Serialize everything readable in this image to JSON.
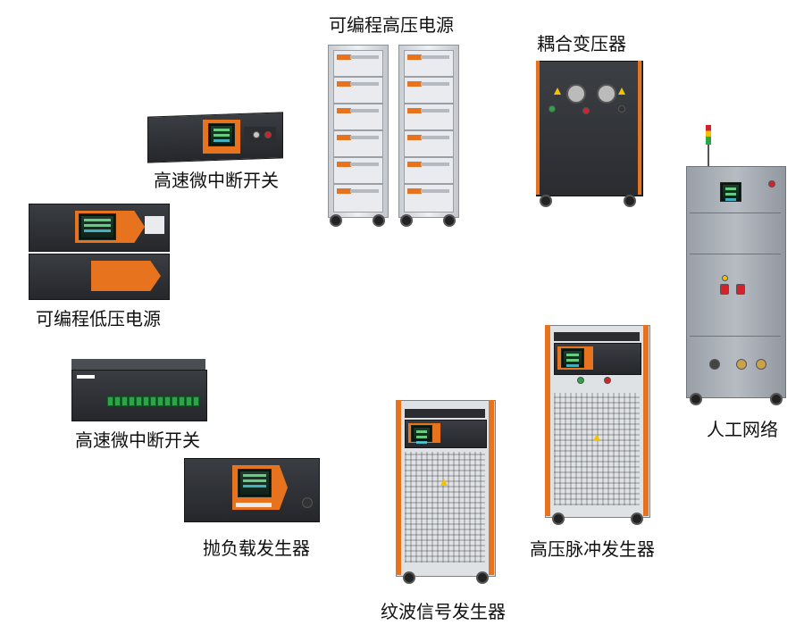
{
  "labels": {
    "hv_power": "可编程高压电源",
    "coupling_transformer": "耦合变压器",
    "fast_interrupt_1": "高速微中断开关",
    "lv_power": "可编程低压电源",
    "fast_interrupt_2": "高速微中断开关",
    "load_dump": "抛负载发生器",
    "ripple_gen": "纹波信号发生器",
    "hv_pulse": "高压脉冲发生器",
    "artificial_network": "人工网络"
  },
  "colors": {
    "accent": "#e8731e",
    "panel_dark": "#2a2c30",
    "panel_silver": "#e6e8eb"
  }
}
